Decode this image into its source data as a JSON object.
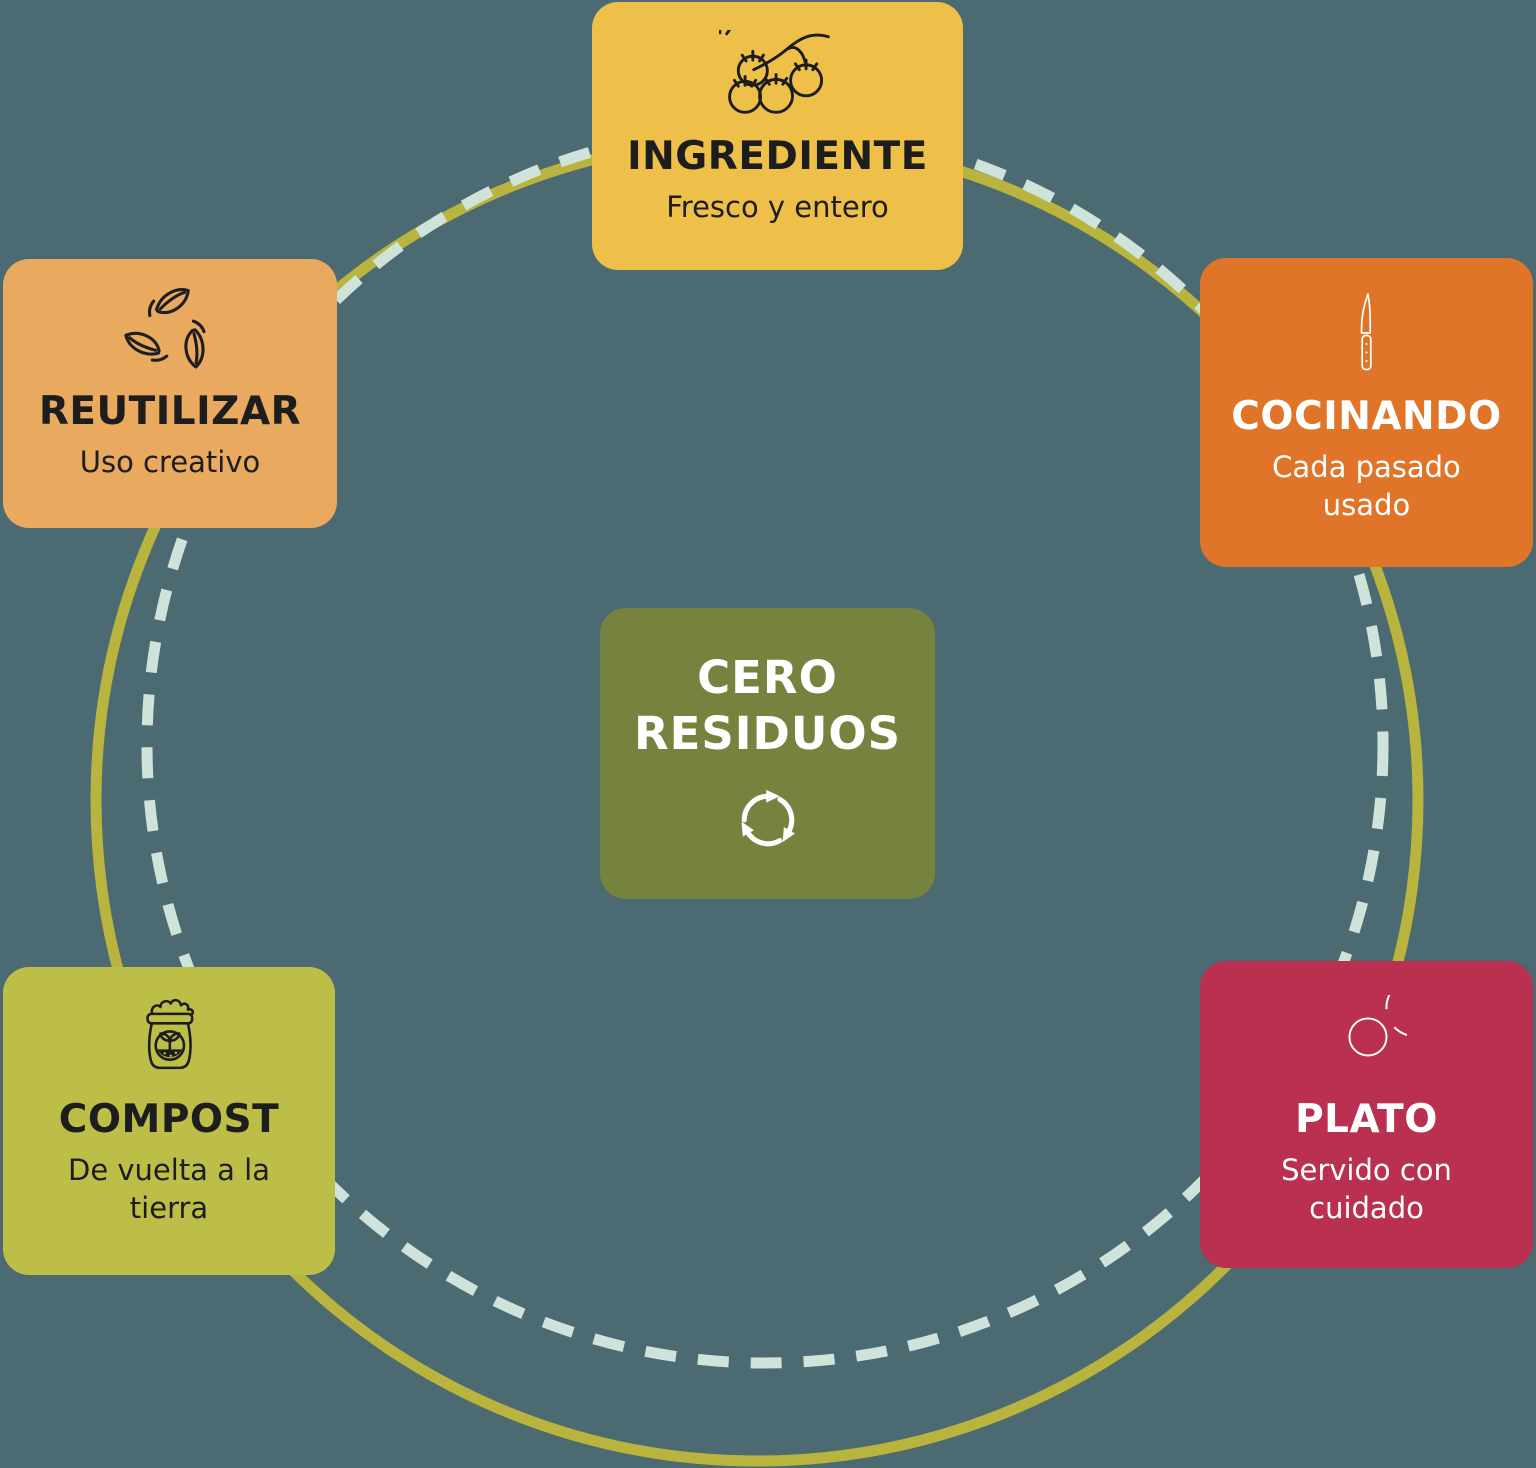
{
  "canvas": {
    "background_color": "#4C6A72"
  },
  "ring": {
    "solid_color": "#B8B43D",
    "dashed_color": "#CFE3DB"
  },
  "center": {
    "title_line1": "CERO",
    "title_line2": "RESIDUOS",
    "icon": "recycle-icon",
    "box_color": "#76833E",
    "text_color": "#ffffff"
  },
  "nodes": [
    {
      "id": "ingrediente",
      "title": "INGREDIENTE",
      "subtitle": "Fresco y entero",
      "icon": "tomatoes-icon",
      "box_color": "#EEC04A",
      "text_color": "#1d1d1d"
    },
    {
      "id": "cocinando",
      "title": "COCINANDO",
      "subtitle": "Cada pasado usado",
      "icon": "knife-icon",
      "box_color": "#E0752A",
      "text_color": "#ffffff"
    },
    {
      "id": "plato",
      "title": "PLATO",
      "subtitle": "Servido con cuidado",
      "icon": "plate-icon",
      "box_color": "#BA3050",
      "text_color": "#ffffff"
    },
    {
      "id": "compost",
      "title": "COMPOST",
      "subtitle": "De vuelta a la tierra",
      "icon": "compost-bag-icon",
      "box_color": "#BDBE48",
      "text_color": "#1d1d1d"
    },
    {
      "id": "reutilizar",
      "title": "REUTILIZAR",
      "subtitle": "Uso creativo",
      "icon": "recycle-leaves-icon",
      "box_color": "#E9A95E",
      "text_color": "#1d1d1d"
    }
  ]
}
